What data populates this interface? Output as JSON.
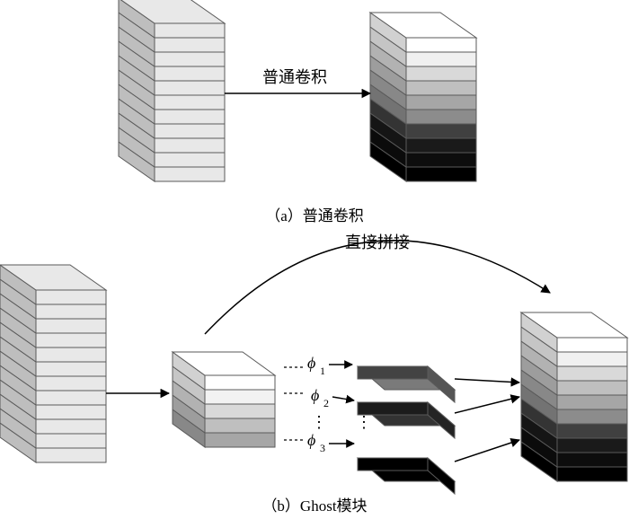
{
  "panel_a": {
    "arrow_label": "普通卷积",
    "caption": "（a）普通卷积",
    "input_layer_colors": [
      "#e8e8e8",
      "#e8e8e8",
      "#e8e8e8",
      "#e8e8e8",
      "#e8e8e8",
      "#e8e8e8",
      "#e8e8e8",
      "#e8e8e8",
      "#e8e8e8",
      "#e8e8e8",
      "#e8e8e8"
    ],
    "output_layer_colors": [
      "#ffffff",
      "#f0f0f0",
      "#d9d9d9",
      "#bfbfbf",
      "#a6a6a6",
      "#8c8c8c",
      "#404040",
      "#1a1a1a",
      "#0d0d0d",
      "#000000"
    ]
  },
  "panel_b": {
    "top_label": "直接拼接",
    "caption": "（b）Ghost模块",
    "phi_symbol": "ϕ",
    "phi_subscripts": [
      "1",
      "2",
      "3"
    ],
    "dots": "⋮",
    "input_layer_colors": [
      "#e8e8e8",
      "#e8e8e8",
      "#e8e8e8",
      "#e8e8e8",
      "#e8e8e8",
      "#e8e8e8",
      "#e8e8e8",
      "#e8e8e8",
      "#e8e8e8",
      "#e8e8e8",
      "#e8e8e8",
      "#e8e8e8"
    ],
    "intrinsic_layer_colors": [
      "#ffffff",
      "#f2f2f2",
      "#d9d9d9",
      "#bfbfbf",
      "#a6a6a6"
    ],
    "ghost_map_colors": [
      "#7a7a7a",
      "#333333",
      "#000000"
    ],
    "output_layer_colors": [
      "#ffffff",
      "#f0f0f0",
      "#d9d9d9",
      "#bfbfbf",
      "#a6a6a6",
      "#8c8c8c",
      "#404040",
      "#1a1a1a",
      "#0d0d0d",
      "#000000"
    ]
  }
}
